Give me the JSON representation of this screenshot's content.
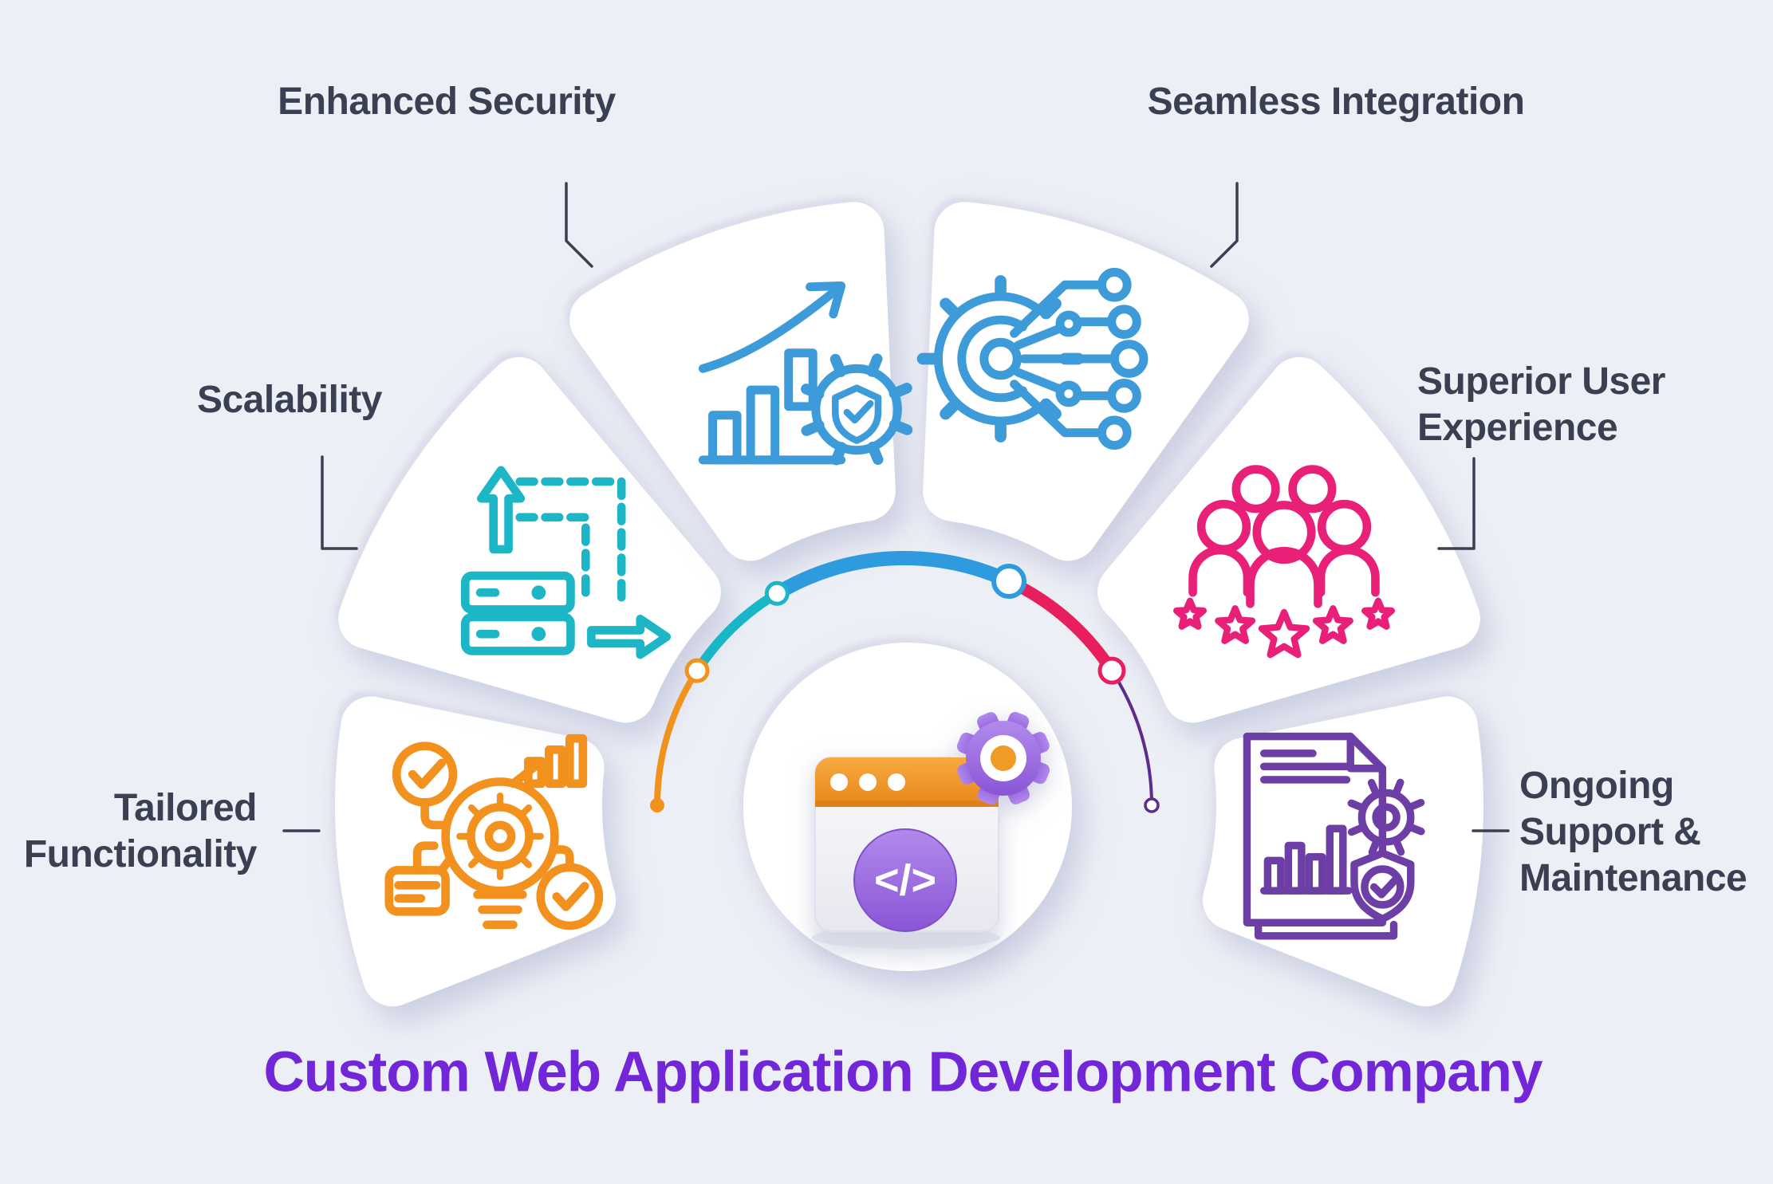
{
  "title": {
    "text": "Custom Web Application Development Company",
    "color": "#7127d8"
  },
  "background": "#edeff6",
  "label_color": "#3a3f51",
  "center_icon": {
    "name": "web-app-development-3d-icon",
    "code_glyph": "</>",
    "window_bar_color": "#f09b28",
    "accent_color": "#9a6ce3"
  },
  "gauge": {
    "name": "semi-circular-progress-arc",
    "segments": [
      {
        "name": "orange",
        "color": "#F2921E"
      },
      {
        "name": "teal",
        "color": "#19B6C8"
      },
      {
        "name": "blue",
        "color": "#2F9BDF"
      },
      {
        "name": "pink",
        "color": "#E81F5F"
      },
      {
        "name": "purple",
        "color": "#5E2B8D"
      }
    ]
  },
  "segments": [
    {
      "id": "tailored-functionality",
      "lines": [
        "Tailored",
        "Functionality"
      ],
      "icon": "lightbulb-gear-icon",
      "icon_color": "#F2911D"
    },
    {
      "id": "scalability",
      "lines": [
        "Scalability"
      ],
      "icon": "server-scale-arrows-icon",
      "icon_color": "#1CB6C6"
    },
    {
      "id": "enhanced-security",
      "lines": [
        "Enhanced Security"
      ],
      "icon": "growth-chart-shield-gear-icon",
      "icon_color": "#3E9BD9"
    },
    {
      "id": "seamless-integration",
      "lines": [
        "Seamless Integration"
      ],
      "icon": "gear-circuit-icon",
      "icon_color": "#3E9BD9"
    },
    {
      "id": "superior-user-experience",
      "lines": [
        "Superior User",
        "Experience"
      ],
      "icon": "users-rating-stars-icon",
      "icon_color": "#E82077"
    },
    {
      "id": "ongoing-support-maintenance",
      "lines": [
        "Ongoing",
        "Support &",
        "Maintenance"
      ],
      "icon": "document-shield-gear-icon",
      "icon_color": "#6C3EA6"
    }
  ]
}
